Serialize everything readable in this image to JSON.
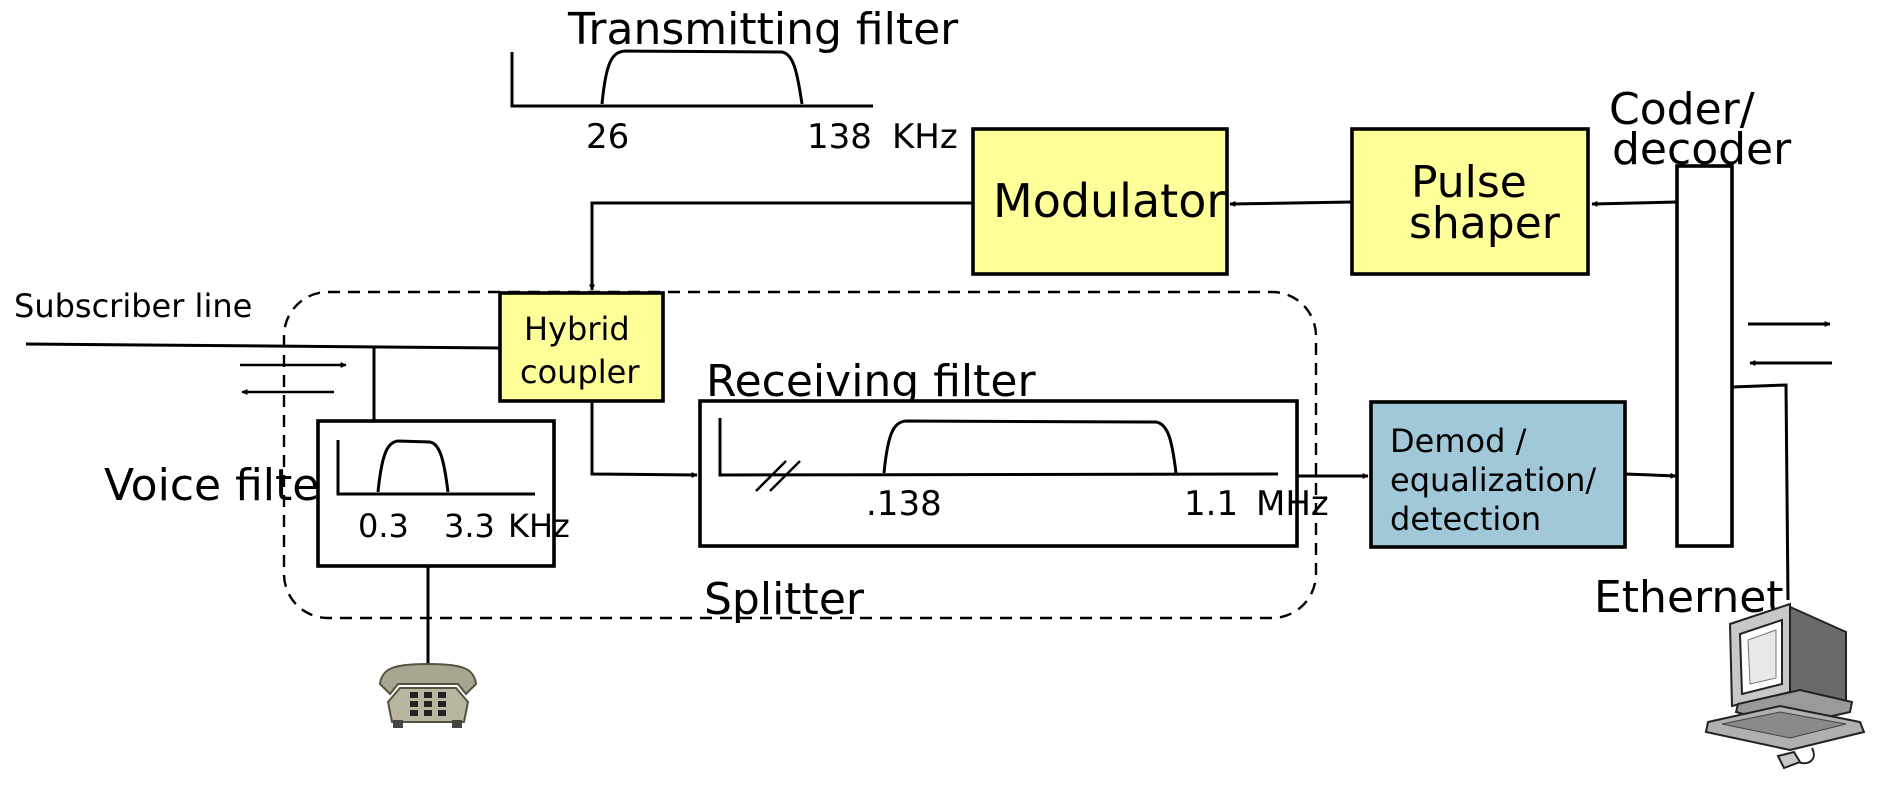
{
  "labels": {
    "transmitting_filter": "Transmitting filter",
    "tx_low": "26",
    "tx_high": "138",
    "tx_unit": "KHz",
    "modulator": "Modulator",
    "pulse_shaper_1": "Pulse",
    "pulse_shaper_2": "shaper",
    "coder_1": "Coder/",
    "coder_2": "decoder",
    "subscriber_line": "Subscriber line",
    "hybrid_1": "Hybrid",
    "hybrid_2": "coupler",
    "receiving_filter": "Receiving filter",
    "rx_low": ".138",
    "rx_high": "1.1",
    "rx_unit": "MHz",
    "voice_filter": "Voice filter",
    "voice_low": "0.3",
    "voice_high": "3.3",
    "voice_unit": "KHz",
    "splitter": "Splitter",
    "demod_1": "Demod /",
    "demod_2": "equalization/",
    "demod_3": "detection",
    "ethernet": "Ethernet"
  },
  "colors": {
    "yellow_block": "#ffff99",
    "blue_block": "#a0c8d8",
    "phone": "#b8b5a0",
    "computer_body": "#c8c8c8",
    "computer_dark": "#5a5a5a"
  },
  "icons": [
    "telephone-icon",
    "computer-icon"
  ]
}
